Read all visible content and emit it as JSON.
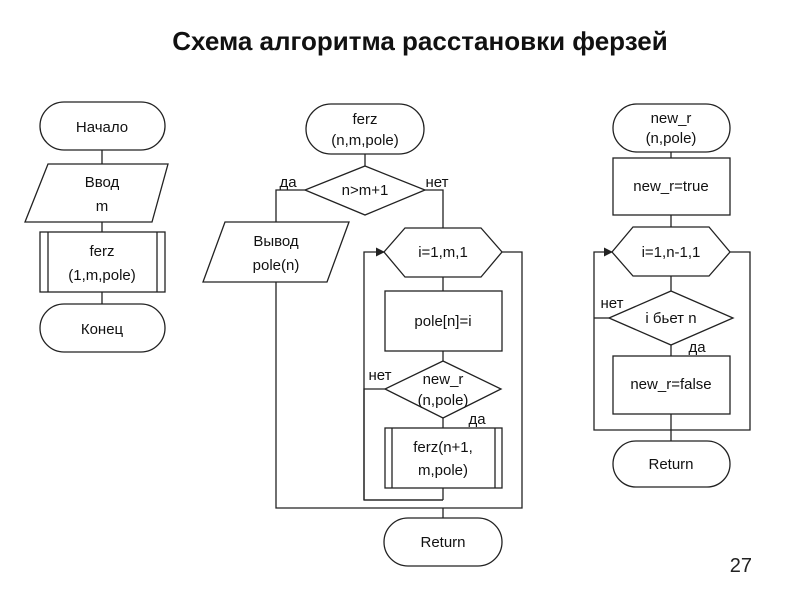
{
  "title": "Схема алгоритма расстановки ферзей",
  "page_number": "27",
  "main": {
    "start": "Начало",
    "input_l1": "Ввод",
    "input_l2": "m",
    "call_l1": "ferz",
    "call_l2": "(1,m,pole)",
    "end": "Конец"
  },
  "ferz": {
    "start_l1": "ferz",
    "start_l2": "(n,m,pole)",
    "cond": "n>m+1",
    "yes": "да",
    "no": "нет",
    "output_l1": "Вывод",
    "output_l2": "pole(n)",
    "loop": "i=1,m,1",
    "assign": "pole[n]=i",
    "cond2_l1": "new_r",
    "cond2_l2": "(n,pole)",
    "no2": "нет",
    "yes2": "да",
    "call_l1": "ferz(n+1,",
    "call_l2": "m,pole)",
    "ret": "Return"
  },
  "newr": {
    "start_l1": "new_r",
    "start_l2": "(n,pole)",
    "assign1": "new_r=true",
    "loop": "i=1,n-1,1",
    "cond": "i бьет n",
    "no": "нет",
    "yes": "да",
    "assign2": "new_r=false",
    "ret": "Return"
  },
  "colors": {
    "stroke": "#222222",
    "background": "#ffffff"
  }
}
